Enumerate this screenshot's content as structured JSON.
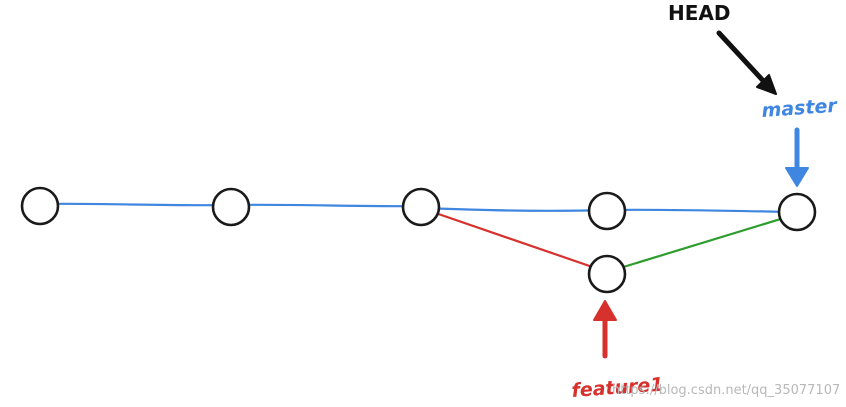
{
  "labels": {
    "head": "HEAD",
    "master": "master",
    "feature": "feature1"
  },
  "watermark": "https://blog.csdn.net/qq_35077107",
  "colors": {
    "master_branch": "#3f86e0",
    "feature_branch": "#d6312d",
    "merge_edge": "#2e9d2e",
    "head_arrow": "#111111",
    "commit_outline": "#1a1a1a"
  }
}
